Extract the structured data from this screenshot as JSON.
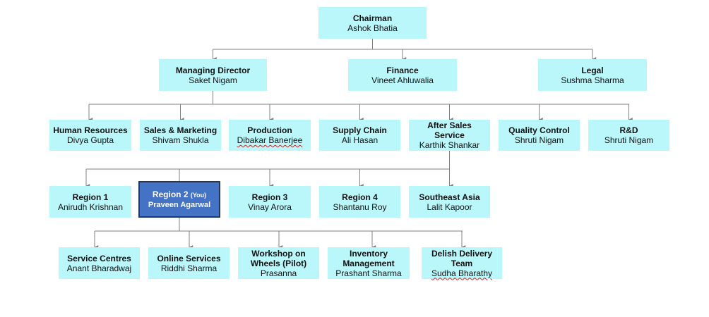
{
  "colors": {
    "box_fill": "#b9f7fb",
    "highlight_fill": "#4472c4",
    "highlight_border": "#1f3864",
    "connector": "#808080",
    "text": "#111111"
  },
  "chairman": {
    "title": "Chairman",
    "name": "Ashok Bhatia"
  },
  "level2": {
    "managing_director": {
      "title": "Managing Director",
      "name": "Saket Nigam"
    },
    "finance": {
      "title": "Finance",
      "name": "Vineet Ahluwalia"
    },
    "legal": {
      "title": "Legal",
      "name": "Sushma Sharma"
    }
  },
  "level3": {
    "human_resources": {
      "title": "Human Resources",
      "name": "Divya Gupta"
    },
    "sales_marketing": {
      "title": "Sales & Marketing",
      "name": "Shivam Shukla"
    },
    "production": {
      "title": "Production",
      "name": "Dibakar Banerjee"
    },
    "supply_chain": {
      "title": "Supply Chain",
      "name": "Ali Hasan"
    },
    "after_sales": {
      "title": "After Sales\nService",
      "name": "Karthik Shankar"
    },
    "quality_control": {
      "title": "Quality Control",
      "name": "Shruti Nigam"
    },
    "rnd": {
      "title": "R&D",
      "name": "Shruti Nigam"
    }
  },
  "level4": {
    "region1": {
      "title": "Region 1",
      "name": "Anirudh Krishnan"
    },
    "region2": {
      "title": "Region 2",
      "you_tag": "(You)",
      "name": "Praveen Agarwal"
    },
    "region3": {
      "title": "Region 3",
      "name": "Vinay Arora"
    },
    "region4": {
      "title": "Region 4",
      "name": "Shantanu Roy"
    },
    "southeast_asia": {
      "title": "Southeast Asia",
      "name": "Lalit Kapoor"
    }
  },
  "level5": {
    "service_centres": {
      "title": "Service Centres",
      "name": "Anant Bharadwaj"
    },
    "online_services": {
      "title": "Online Services",
      "name": "Riddhi Sharma"
    },
    "workshop_on_wheels": {
      "title": "Workshop on\nWheels (Pilot)",
      "name": "Prasanna"
    },
    "inventory_management": {
      "title": "Inventory\nManagement",
      "name": "Prashant Sharma"
    },
    "delish_delivery": {
      "title": "Delish Delivery\nTeam",
      "name": "Sudha Bharathy"
    }
  }
}
